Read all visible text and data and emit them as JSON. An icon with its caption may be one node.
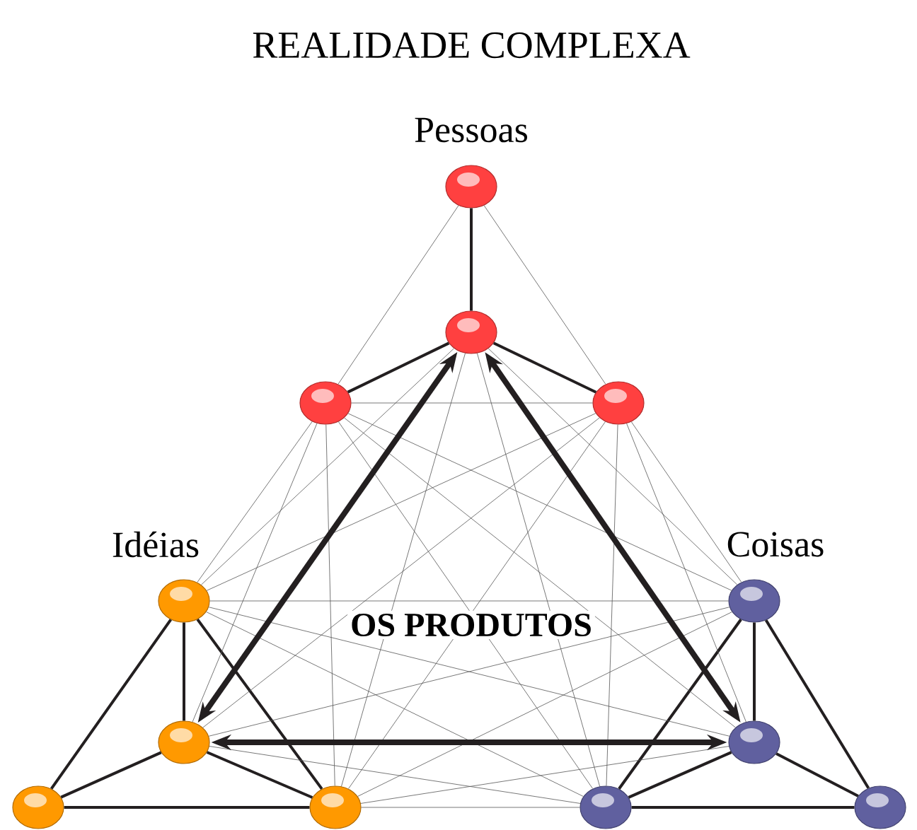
{
  "diagram": {
    "title": "REALIDADE COMPLEXA",
    "nodes": [
      {
        "text": [],
        "shape": "circle",
        "beside": [
          "Pessoas"
        ]
      },
      {
        "text": [],
        "shape": "circle"
      },
      {
        "text": [],
        "shape": "circle"
      },
      {
        "text": [],
        "shape": "circle"
      },
      {
        "text": [],
        "shape": "circle",
        "beside": [
          "Idéias"
        ]
      },
      {
        "text": [],
        "shape": "circle",
        "beside": [
          "Coisas"
        ]
      },
      {
        "text": [],
        "shape": "circle"
      },
      {
        "text": [],
        "shape": "circle"
      },
      {
        "text": [],
        "shape": "circle"
      },
      {
        "text": [],
        "shape": "circle"
      },
      {
        "text": [],
        "shape": "circle"
      },
      {
        "text": [],
        "shape": "circle"
      }
    ],
    "edges": [
      {
        "from": 0,
        "to": 1,
        "arrow": "none",
        "style": "thick"
      },
      {
        "from": 1,
        "to": 2,
        "arrow": "none",
        "style": "thick"
      },
      {
        "from": 1,
        "to": 3,
        "arrow": "none",
        "style": "thick"
      },
      {
        "from": 0,
        "to": 2,
        "arrow": "none"
      },
      {
        "from": 0,
        "to": 3,
        "arrow": "none"
      },
      {
        "from": 2,
        "to": 3,
        "arrow": "none"
      },
      {
        "from": 4,
        "to": 6,
        "arrow": "none",
        "style": "thick"
      },
      {
        "from": 4,
        "to": 8,
        "arrow": "none",
        "style": "thick"
      },
      {
        "from": 4,
        "to": 9,
        "arrow": "none",
        "style": "thick"
      },
      {
        "from": 6,
        "to": 8,
        "arrow": "none",
        "style": "thick"
      },
      {
        "from": 6,
        "to": 9,
        "arrow": "none",
        "style": "thick"
      },
      {
        "from": 8,
        "to": 9,
        "arrow": "none",
        "style": "thick"
      },
      {
        "from": 5,
        "to": 7,
        "arrow": "none",
        "style": "thick"
      },
      {
        "from": 5,
        "to": 10,
        "arrow": "none",
        "style": "thick"
      },
      {
        "from": 5,
        "to": 11,
        "arrow": "none",
        "style": "thick"
      },
      {
        "from": 7,
        "to": 10,
        "arrow": "none",
        "style": "thick"
      },
      {
        "from": 7,
        "to": 11,
        "arrow": "none",
        "style": "thick"
      },
      {
        "from": 10,
        "to": 11,
        "arrow": "none",
        "style": "thick"
      },
      {
        "from": 1,
        "to": 4,
        "arrow": "none"
      },
      {
        "from": 1,
        "to": 9,
        "arrow": "none"
      },
      {
        "from": 2,
        "to": 4,
        "arrow": "none"
      },
      {
        "from": 2,
        "to": 6,
        "arrow": "none"
      },
      {
        "from": 2,
        "to": 9,
        "arrow": "none"
      },
      {
        "from": 3,
        "to": 4,
        "arrow": "none"
      },
      {
        "from": 3,
        "to": 6,
        "arrow": "none"
      },
      {
        "from": 3,
        "to": 9,
        "arrow": "none"
      },
      {
        "from": 1,
        "to": 5,
        "arrow": "none"
      },
      {
        "from": 1,
        "to": 10,
        "arrow": "none"
      },
      {
        "from": 2,
        "to": 5,
        "arrow": "none"
      },
      {
        "from": 2,
        "to": 7,
        "arrow": "none"
      },
      {
        "from": 2,
        "to": 10,
        "arrow": "none"
      },
      {
        "from": 3,
        "to": 5,
        "arrow": "none"
      },
      {
        "from": 3,
        "to": 7,
        "arrow": "none"
      },
      {
        "from": 3,
        "to": 10,
        "arrow": "none"
      },
      {
        "from": 4,
        "to": 5,
        "arrow": "none"
      },
      {
        "from": 4,
        "to": 7,
        "arrow": "none"
      },
      {
        "from": 4,
        "to": 10,
        "arrow": "none"
      },
      {
        "from": 6,
        "to": 5,
        "arrow": "none"
      },
      {
        "from": 6,
        "to": 10,
        "arrow": "none"
      },
      {
        "from": 9,
        "to": 5,
        "arrow": "none"
      },
      {
        "from": 9,
        "to": 7,
        "arrow": "none"
      },
      {
        "from": 9,
        "to": 10,
        "arrow": "none"
      },
      {
        "from": 1,
        "to": 6,
        "arrow": "both",
        "style": "thick"
      },
      {
        "from": 1,
        "to": 7,
        "arrow": "both",
        "style": "thick"
      },
      {
        "from": 6,
        "to": 7,
        "arrow": "both",
        "style": "thick"
      }
    ],
    "labels": [
      "OS PRODUTOS"
    ]
  }
}
